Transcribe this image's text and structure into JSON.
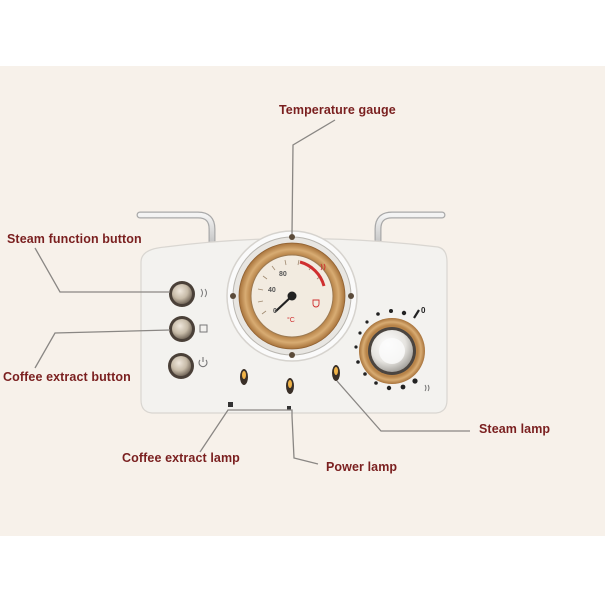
{
  "labels": {
    "temperature_gauge": "Temperature gauge",
    "steam_function_button": "Steam function button",
    "coffee_extract_button": "Coffee extract button",
    "coffee_extract_lamp": "Coffee extract lamp",
    "power_lamp": "Power lamp",
    "steam_lamp": "Steam lamp"
  },
  "gauge": {
    "tick_80": "80",
    "tick_40": "40",
    "tick_0": "0",
    "unit": "°C"
  },
  "knob": {
    "mark_0": "0"
  },
  "colors": {
    "background": "#f7f1ea",
    "body": "#f3f2ef",
    "label_text": "#7a1f1f",
    "leader_line": "#8a8784",
    "wood": "#c99a5e"
  }
}
